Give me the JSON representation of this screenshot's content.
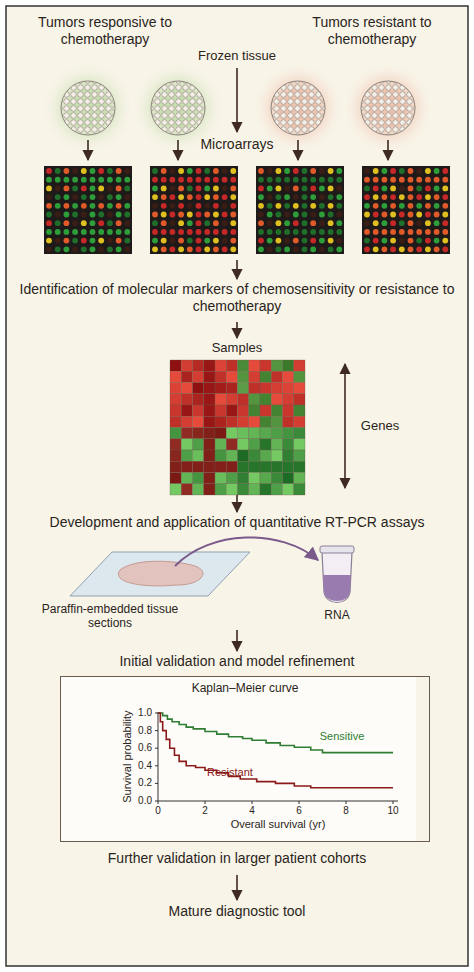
{
  "diagram": {
    "nodes": [
      {
        "text": [
          "Kaplan–Meier curve"
        ]
      }
    ],
    "labels": [
      "Tumors responsive to chemotherapy",
      "Tumors resistant to chemotherapy",
      "Frozen tissue",
      "Microarrays",
      "Identification of molecular markers of chemosensitivity or resistance to chemotherapy",
      "Samples",
      "Genes",
      "Development and application of quantitative RT-PCR assays",
      "Paraffin-embedded tissue sections",
      "RNA",
      "Initial validation and model refinement",
      "1.0",
      "0.8",
      "0.6",
      "0.4",
      "0.2",
      "0.0",
      "0",
      "2",
      "4",
      "6",
      "8",
      "10",
      "Survival probability",
      "Overall survival (yr)",
      "Sensitive",
      "Resistant",
      "Further validation in larger patient cohorts",
      "Mature diagnostic tool"
    ]
  }
}
